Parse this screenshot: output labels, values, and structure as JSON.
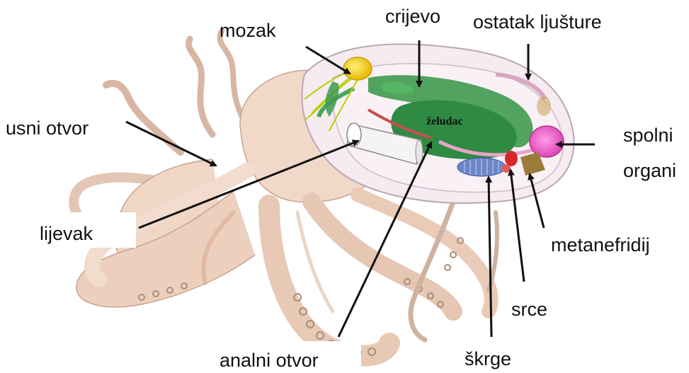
{
  "labels": {
    "mozak": "mozak",
    "crijevo": "crijevo",
    "ostatak_ljusture": "ostatak ljušture",
    "usni_otvor": "usni otvor",
    "zeludac": "želudac",
    "spolni": "spolni",
    "organi": "organi",
    "lijevak": "lijevak",
    "metanefridij": "metanefridij",
    "srce": "srce",
    "analni_otvor": "analni otvor",
    "skrge": "škrge"
  },
  "colors": {
    "skin": "#f1d9c9",
    "skin_shade": "#d9ab92",
    "suckers": "#a98e7a",
    "mantle_outline": "#b8a7b4",
    "brain": "#f6c800",
    "gut": "#3f9a4f",
    "gonad": "#e64fc0",
    "gills": "#6d86c9",
    "heart": "#d62828",
    "nephridium": "#9b7a3a",
    "arrow": "#111111"
  }
}
